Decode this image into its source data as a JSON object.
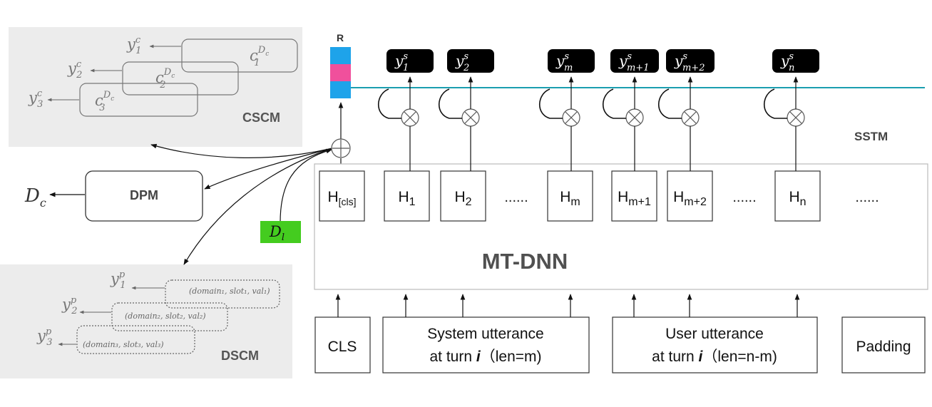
{
  "cscm": {
    "title": "CSCM",
    "outputs": [
      "y",
      "y",
      "y"
    ],
    "output_sup": "c",
    "output_subs": [
      "1",
      "2",
      "3"
    ],
    "concepts": [
      "c",
      "c",
      "c"
    ],
    "concept_subs": [
      "1",
      "2",
      "3"
    ],
    "concept_sup": "D",
    "concept_sup_sub": "c"
  },
  "dpm": {
    "label": "DPM",
    "output": "D",
    "output_sub": "c"
  },
  "dscm": {
    "title": "DSCM",
    "outputs": [
      "y",
      "y",
      "y"
    ],
    "output_sup": "p",
    "output_subs": [
      "1",
      "2",
      "3"
    ],
    "tuples": [
      "(domain₁, slot₁, val₁)",
      "(domain₂, slot₂, val₂)",
      "(domain₃, slot₃, val₃)"
    ]
  },
  "dl": {
    "label": "D",
    "sub": "l",
    "color": "#44cc1f"
  },
  "r_block": {
    "label": "R",
    "colors": [
      "#1ea3ea",
      "#f0509c",
      "#1ea3ea"
    ]
  },
  "sstm": {
    "label": "SSTM",
    "line_color": "#1a9eb0"
  },
  "slot_outputs": [
    {
      "base": "y",
      "sup": "s",
      "sub": "1"
    },
    {
      "base": "y",
      "sup": "s",
      "sub": "2"
    },
    {
      "base": "y",
      "sup": "s",
      "sub": "m"
    },
    {
      "base": "y",
      "sup": "s",
      "sub": "m+1"
    },
    {
      "base": "y",
      "sup": "s",
      "sub": "m+2"
    },
    {
      "base": "y",
      "sup": "s",
      "sub": "n"
    }
  ],
  "hidden": [
    {
      "base": "H",
      "sub": "[cls]"
    },
    {
      "base": "H",
      "sub": "1"
    },
    {
      "base": "H",
      "sub": "2"
    },
    {
      "base": "H",
      "sub": "m"
    },
    {
      "base": "H",
      "sub": "m+1"
    },
    {
      "base": "H",
      "sub": "m+2"
    },
    {
      "base": "H",
      "sub": "n"
    }
  ],
  "ellipsis": "......",
  "encoder": {
    "label": "MT-DNN"
  },
  "inputs": {
    "cls": "CLS",
    "system": {
      "line1": "System utterance",
      "line2_pre": "at turn ",
      "line2_var": "i",
      "line2_post": "（len=m)"
    },
    "user": {
      "line1": "User utterance",
      "line2_pre": "at turn ",
      "line2_var": "i",
      "line2_post": "（len=n-m)"
    },
    "padding": "Padding"
  }
}
